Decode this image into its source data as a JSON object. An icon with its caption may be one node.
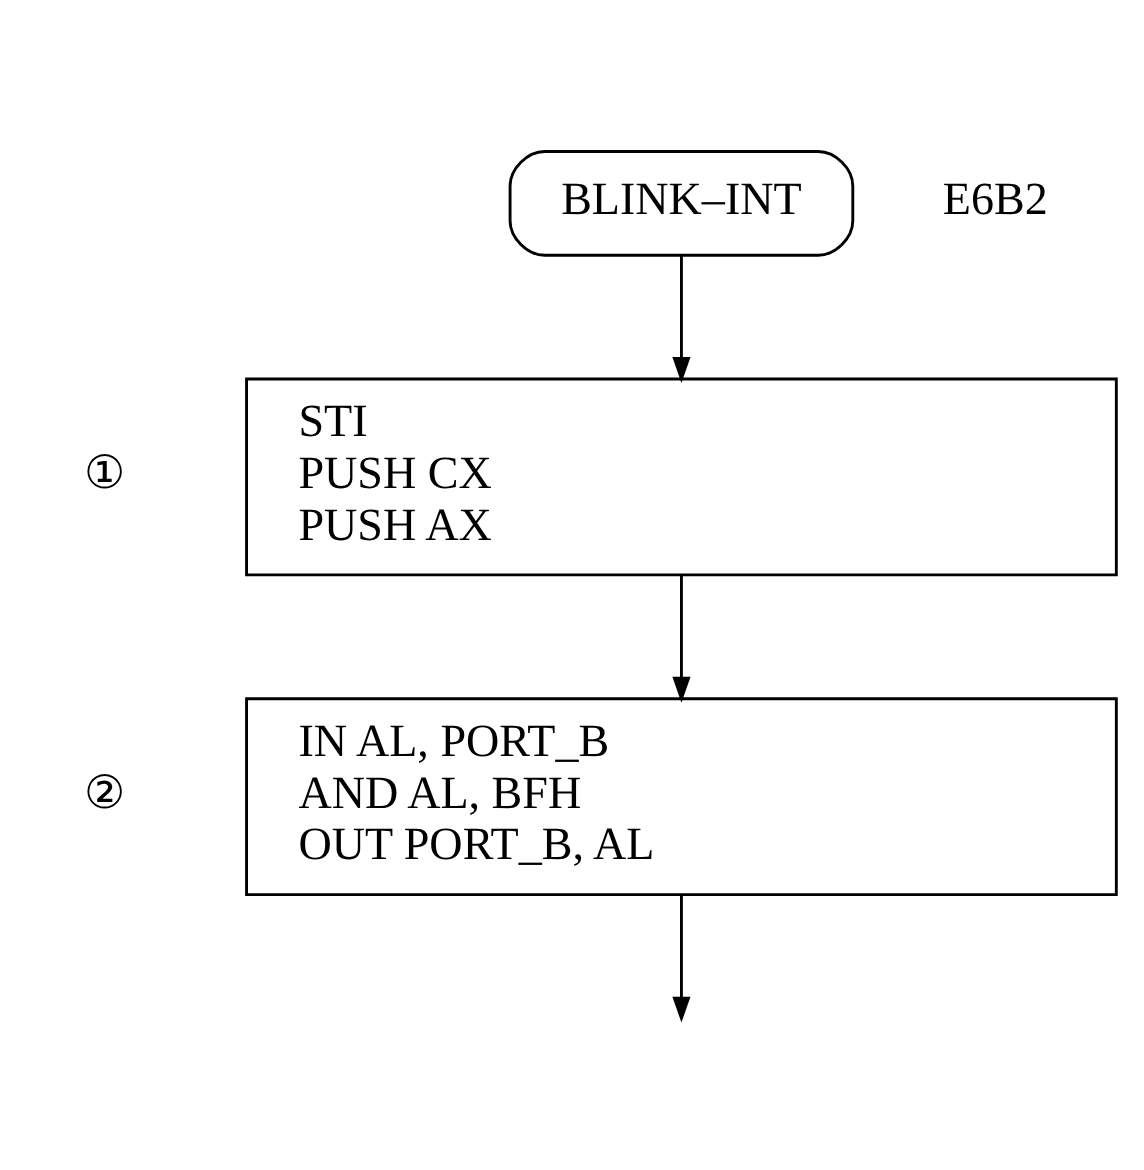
{
  "diagram": {
    "nodes": [
      {
        "text": [
          "BLINK–INT"
        ],
        "beside": [
          "E6B2"
        ]
      },
      {
        "text": [
          "STI",
          "PUSH CX",
          "PUSH AX"
        ],
        "beside": [
          "①"
        ]
      },
      {
        "text": [
          "IN AL, PORT_B",
          "AND AL, BFH",
          "OUT PORT_B, AL"
        ],
        "beside": [
          "②"
        ]
      }
    ],
    "edges": [
      {
        "from": 0,
        "to": 1,
        "arrow": "to"
      },
      {
        "from": 1,
        "to": 2,
        "arrow": "to"
      },
      {
        "from": 2,
        "to": null,
        "arrow": "to"
      }
    ]
  }
}
